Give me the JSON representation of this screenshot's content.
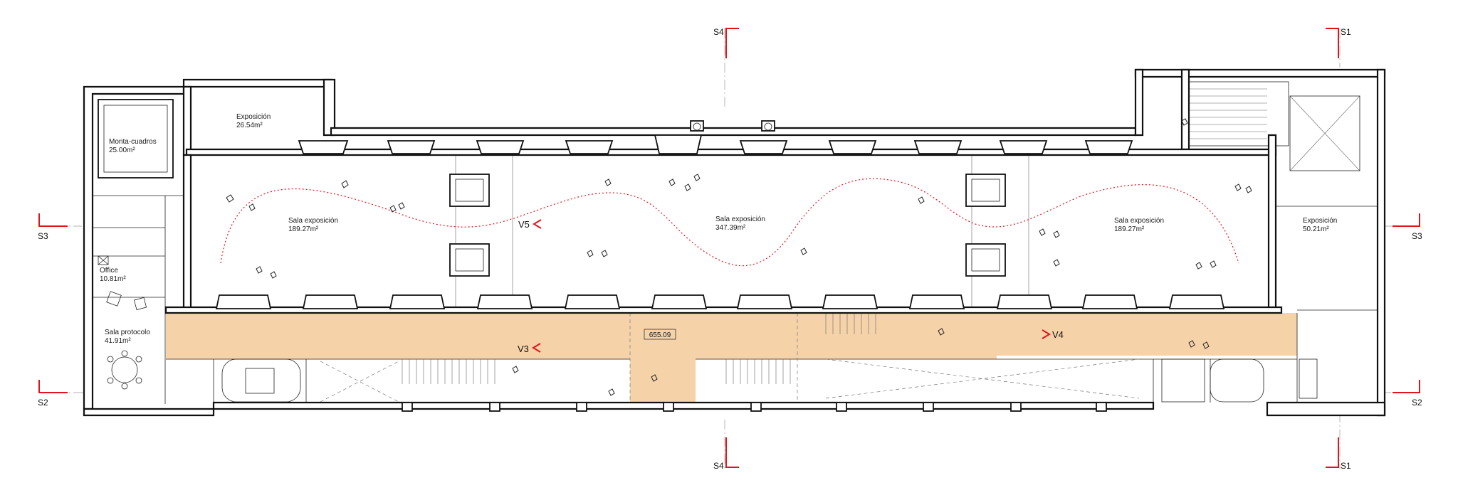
{
  "rooms": [
    {
      "name": "Exposición",
      "area": "26.54m²"
    },
    {
      "name": "Monta-cuadros",
      "area": "25.00m²"
    },
    {
      "name": "Office",
      "area": "10.81m²"
    },
    {
      "name": "Sala protocolo",
      "area": "41.91m²"
    },
    {
      "name": "Sala exposición",
      "area": "189.27m²"
    },
    {
      "name": "Sala exposición",
      "area": "347.39m²"
    },
    {
      "name": "Sala exposición",
      "area": "189.27m²"
    },
    {
      "name": "Exposición",
      "area": "50.21m²"
    }
  ],
  "level": "655.09",
  "sections": {
    "s1": "S1",
    "s2": "S2",
    "s3": "S3",
    "s4": "S4"
  },
  "views": {
    "v3": "V3",
    "v4": "V4",
    "v5": "V5"
  },
  "colors": {
    "section_marker": "#e0141e",
    "corridor_fill": "#f6d2a9",
    "walls": "#111111"
  }
}
